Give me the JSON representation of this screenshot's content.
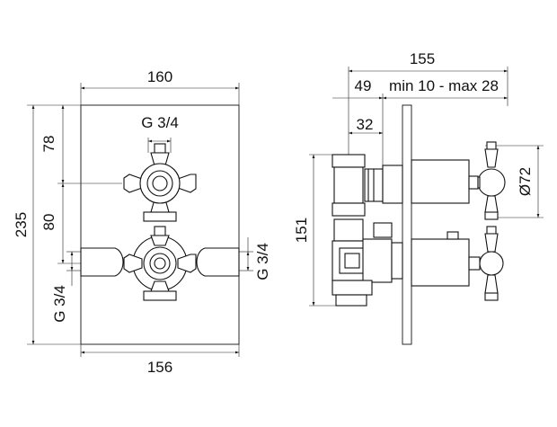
{
  "front_view": {
    "width_top": "160",
    "width_bottom": "156",
    "height_total": "235",
    "height_upper": "78",
    "height_middle": "80",
    "thread_top": "G 3/4",
    "thread_left": "G 3/4",
    "thread_right": "G 3/4"
  },
  "side_view": {
    "depth_total": "155",
    "depth_body": "49",
    "wall_range": "min 10 - max 28",
    "depth_inlet": "32",
    "height": "151",
    "diameter": "Ø72"
  }
}
